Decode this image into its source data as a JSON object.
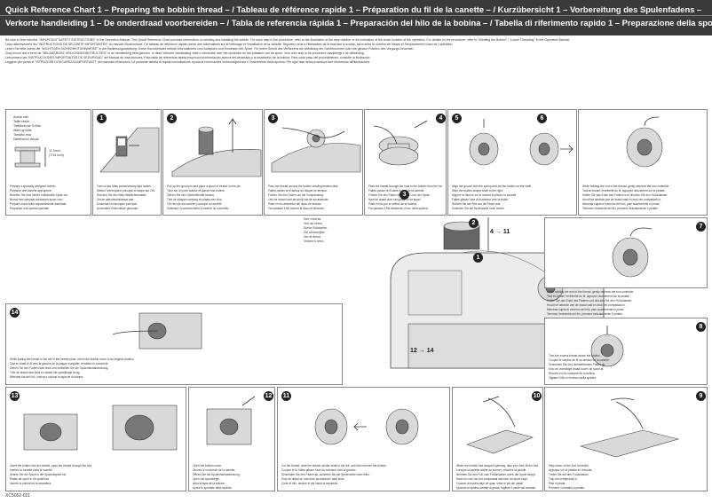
{
  "header": {
    "line1": "Quick Reference Chart 1 – Preparing the bobbin thread – / Tableau de référence rapide 1 – Préparation du fil de la canette – / Kurzübersicht 1 – Vorbereitung des Spulenfadens –",
    "line2": "Verkorte handleiding 1 – De onderdraad voorbereiden – / Tabla de referencia rápida 1 – Preparación del hilo de la bobina – / Tabella di riferimento rapido 1 – Preparazione della spolina –"
  },
  "intro": [
    "Be sure to first read the \"IMPORTANT SAFETY INSTRUCTIONS\" in the Operation Manual. This Quick Reference Chart provides information on winding and installing the bobbin. For each step in the procedure, refer to the illustration of the step number or the indication of the exact location of the operation. For details on the procedure, refer to \"Winding the Bobbin\" / \"Lower Threading\" in the Operation Manual.",
    "Lisez attentivement les \"INSTRUCTIONS DE SÉCURITÉ IMPORTANTES\" du manuel d'instructions. Ce tableau de référence rapide donne des informations sur le bobinage et l'installation de la canette. Reportez-vous à l'illustration de la machine à coudre, qui montre le numéro de l'étape et l'emplacement exact de l'opération.",
    "Lesen Sie bitte zuerst die \"WICHTIGEN SICHERHEITSHINWEISE\" in der Bedienungsanleitung. Diese Kurzübersicht enthält Informationen zum Aufspulen und Einsetzen der Spule. Für jeden Schritt des Verfahrens die Abbildung der Schrittnummer oder die genaue Position des Vorgangs beachten.",
    "Zorg ervoor dat u eerst de \"BELANGRIJKE VEILIGHEIDSINSTRUCTIES\" in de handleiding hebt gelezen. In deze Verkorte handleiding vindt u informatie over het opwinden en het plaatsen van de spoel. Voor elke stap in de procedure raadpleegt u de afbeelding.",
    "Lea primero las \"INSTRUCCIONES IMPORTANTES DE SEGURIDAD\" del Manual de instrucciones. Esta tabla de referencia rápida proporciona información acerca del devanado y la instalación de la bobina. Para cada paso del procedimiento, consulte la ilustración.",
    "Leggere per prima le \"ISTRUZIONI DI SICUREZZA IMPORTANTI\" del manuale d'istruzioni. La presente tabella di rapida consultazione riporta le informazioni sull'avvolgimento e l'inserimento della spolina. Per ogni fase della procedura fare riferimento all'illustrazione."
  ],
  "spool": {
    "labels": [
      "Actual size",
      "Taille réelle",
      "Tatsächliche Größe",
      "Ware grootte",
      "Tamaño real",
      "Dimensioni attuali"
    ],
    "size": "11.5mm",
    "size_in": "(7/16 inch)",
    "text": [
      "Prepare a specially designed bobbin.",
      "Préparez une canette appropriée.",
      "Bereiten Sie eine hierfür entwickelte Spule vor.",
      "Bereid een speciaal ontworpen spoel voor.",
      "Prepare una bobina especialmente diseñada.",
      "Preparare una spolina speciale."
    ]
  },
  "steps": [
    {
      "num": "1",
      "text": [
        "Turn on the Main power/sewing light switch.",
        "Mettez l'interrupteur principal et lampe sur ON.",
        "Drücken Sie den Netz-/Nählichtschalter.",
        "Zet de aan/uitschakelaar aan.",
        "Encienda el interruptor principal.",
        "Accendere l'interruttore generale."
      ]
    },
    {
      "num": "2",
      "text": [
        "Pull up the spool pin and place a spool of thread on the pin.",
        "Tirez sur le porte-bobine et placez une bobine.",
        "Ziehen Sie den Garnrollenstift heraus.",
        "Trek de klospen omhoog en plaats een klos.",
        "Tire del eje del carrete y coloque un carrete.",
        "Sollevare il portarocchetto e inserire un rocchetto."
      ]
    },
    {
      "num": "3",
      "text": [
        "Pass the thread around the bobbin winding tension disk.",
        "Faites passer le fil autour du disque de tension.",
        "Führen Sie den Faden um die Vorspannung.",
        "Leid de draad rond de schijf van de spoelwinder.",
        "Pase el hilo alrededor del disco de tensión.",
        "Far passare il filo intorno al disco di tensione."
      ]
    },
    {
      "num": "4",
      "text": [
        "Pass the thread through the hole in the bobbin from the inside.",
        "Faites passer le fil dans le trou de la canette.",
        "Führen Sie den Faden durch das Loch der Spule.",
        "Haal de draad door het gaatje in de spoel.",
        "Pase el hilo por el orificio de la bobina.",
        "Far passare il filo attraverso il foro della spolina."
      ]
    },
    {
      "num": "5",
      "text": [
        "Align the groove with the spring and set the bobbin on the shaft.",
        "Alignez la rainure sur le ressort et placez la canette.",
        "Richten Sie die Rille auf die Feder aus.",
        "Lijn de groef uit met de veer.",
        "Alinee la ranura con el resorte.",
        "Allineare la scanalatura con la molla."
      ]
    },
    {
      "num": "6",
      "text": [
        "Slide the bobbin winder shaft to the right.",
        "Faites glisser l'axe du bobineur vers la droite.",
        "Schieben Sie die Spulerwelle nach rechts.",
        "Schuif de spoelwinder naar rechts.",
        "Deslice el eje hacia la derecha.",
        "Far scorrere l'albero verso destra."
      ]
    },
    {
      "num": "7",
      "text": [
        "While holding the end of the thread, gently depress the foot controller.",
        "Tout en tenant l'extrémité du fil, appuyez doucement sur la pédale.",
        "Halten Sie das Ende des Fadens und drücken Sie den Fußanlasser.",
        "Houd het uiteinde van de draad vast en druk het voetpedaal in.",
        "Mientras sujeta el extremo del hilo, pise suavemente el pedal.",
        "Tenendo l'estremità del filo, premere delicatamente il pedale."
      ]
    },
    {
      "num": "8",
      "text": [
        "Trim the excess thread above the bobbin.",
        "Coupez le surplus de fil au-dessus de la canette.",
        "Schneiden Sie den überstehenden Faden ab.",
        "Knip de overtollige draad boven de spoel af.",
        "Recorte el hilo sobrante de la bobina.",
        "Tagliare il filo in eccesso della spolina."
      ]
    },
    {
      "num": "9",
      "text": [
        "Step down on the foot controller.",
        "Appuyez sur la pédale de rhéostat.",
        "Treten Sie auf den Fußanlasser.",
        "Trap het voetpedaal in.",
        "Pise el pedal.",
        "Premere il reostato a pedale."
      ]
    },
    {
      "num": "10",
      "text": [
        "When the bobbin has stopped spinning, take your foot off the foot controller.",
        "Lorsque la canette arrête de tourner, relâchez la pédale.",
        "Nehmen Sie den Fuß vom Fußanlasser, wenn die Spule stoppt.",
        "Haal uw voet van het voetpedaal wanneer de spoel stopt.",
        "Cuando la bobina deje de girar, retire el pie del pedal.",
        "Quando la spolina smette di girare, togliere il piede dal reostato."
      ]
    },
    {
      "num": "11",
      "text": [
        "Cut the thread, slide the bobbin winder shaft to the left, and then remove the bobbin.",
        "Coupez le fil, faites glisser l'axe du bobineur vers la gauche.",
        "Schneiden Sie den Faden ab, schieben Sie die Spulerwelle nach links.",
        "Knip de draad af, schuif de spoelwinder naar links.",
        "Corte el hilo, deslice el eje hacia la izquierda.",
        "Tagliare il filo, far scorrere l'albero verso sinistra."
      ]
    },
    {
      "num": "12",
      "text": [
        "Open the bobbin cover.",
        "Ouvrez le couvercle de la canette.",
        "Öffnen Sie die Spulenfachabdeckung.",
        "Open het spoelklepje.",
        "Abra la tapa de la bobina.",
        "Aprire lo sportello della spolina."
      ]
    },
    {
      "num": "13",
      "text": [
        "Insert the bobbin into the shuttle, pass the thread through the slot.",
        "Insérez la canette dans la navette.",
        "Setzen Sie die Spule in die Spulenkapsel ein.",
        "Plaats de spoel in de spoelhuls.",
        "Inserte la bobina en la lanzadera.",
        "Inserire la spolina nella navetta."
      ]
    },
    {
      "num": "14",
      "text": [
        "While pulling the thread to the left of the needle plate, return the bobbin cover to its original position.",
        "Tout en tirant le fil vers la gauche de la plaque à aiguille, remettez le couvercle.",
        "Ziehen Sie den Faden nach links und schließen Sie die Spulenfachabdeckung.",
        "Trek de draad naar links en plaats het spoelklepje terug.",
        "Mientras tira del hilo, vuelva a colocar la tapa de la bobina.",
        "Tirando il filo a sinistra, riposizionare lo sportello della spolina."
      ]
    }
  ],
  "callouts": {
    "see_reverse": [
      "See reverse.",
      "Voir au verso.",
      "Siehe Rückseite.",
      "Zie ommezijde.",
      "Ver al dorso.",
      "Vedere il retro."
    ],
    "step_4_11": [
      "4",
      "→",
      "11"
    ],
    "step_12_14": [
      "12",
      "→",
      "14"
    ]
  },
  "footer": {
    "code": "XC5052-021"
  }
}
